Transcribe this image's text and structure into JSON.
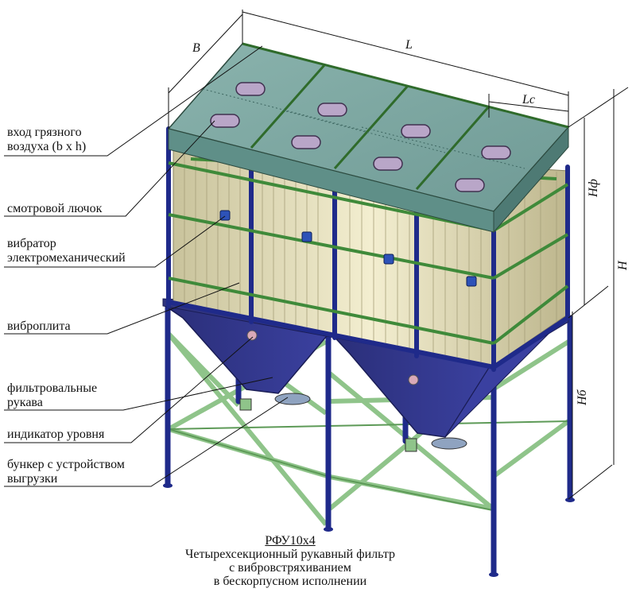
{
  "labels": {
    "inlet_line1": "вход грязного",
    "inlet_line2": "воздуха (b x h)",
    "hatch": "смотровой лючок",
    "vibrator_line1": "вибратор",
    "vibrator_line2": "электромеханический",
    "vibroplate": "виброплита",
    "bags_line1": "фильтровальные",
    "bags_line2": "рукава",
    "level": "индикатор уровня",
    "bunker_line1": "бункер с устройством",
    "bunker_line2": "выгрузки"
  },
  "dimensions": {
    "b": "B",
    "l": "L",
    "lc": "Lc",
    "hf": "Нф",
    "h": "Н",
    "hb": "Нб"
  },
  "caption": {
    "model": "РФУ10x4",
    "line1": "Четырехсекционный рукавный фильтр",
    "line2": "с вибровстряхиванием",
    "line3": "в бескорпусном исполнении"
  },
  "colors": {
    "frame": "#1f2a8a",
    "cover": "#7fa8a3",
    "braces": "#8fc48a",
    "bags": "#ece6c2",
    "hopper": "#2e3380"
  }
}
